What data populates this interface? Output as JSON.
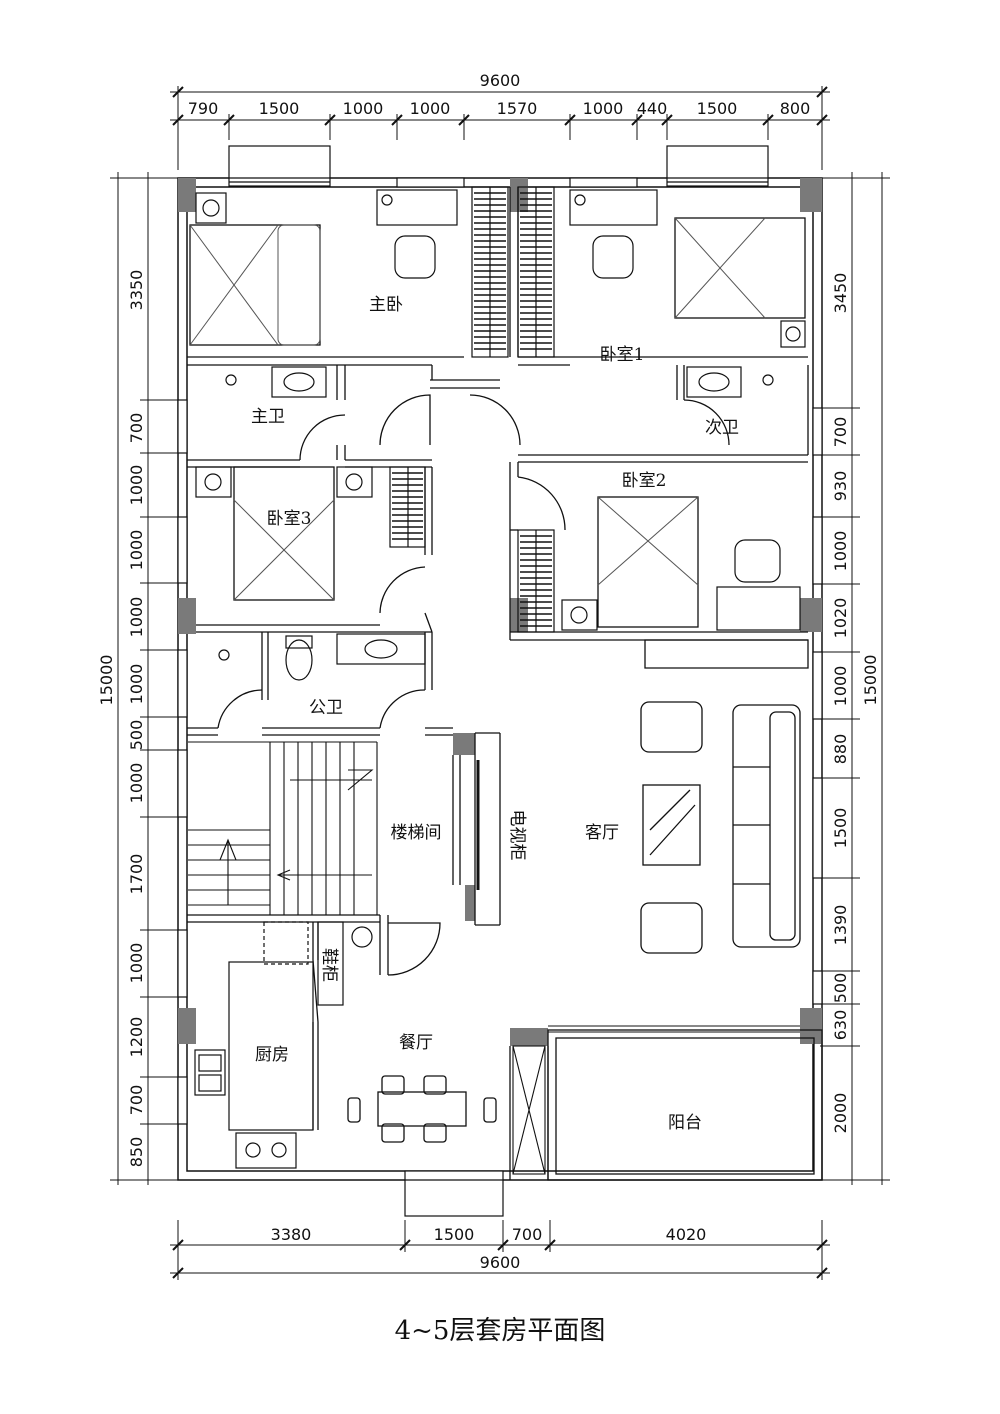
{
  "title": "4~5层套房平面图",
  "colors": {
    "line": "#111111",
    "column": "#7a7a7a",
    "background": "#ffffff"
  },
  "dimensions": {
    "top_total": "9600",
    "top": [
      "790",
      "1500",
      "1000",
      "1000",
      "1570",
      "1000",
      "440",
      "1500",
      "800"
    ],
    "bottom": [
      "3380",
      "1500",
      "700",
      "4020"
    ],
    "bottom_total": "9600",
    "left_outer": [
      "3350",
      "15000"
    ],
    "left": [
      "700",
      "1000",
      "1000",
      "1000",
      "1000",
      "500",
      "1000",
      "1700",
      "1000",
      "1200",
      "700",
      "850"
    ],
    "right_outer": [
      "3450",
      "15000"
    ],
    "right": [
      "700",
      "930",
      "1000",
      "1020",
      "1000",
      "880",
      "1500",
      "1390",
      "500",
      "630",
      "2000"
    ]
  },
  "rooms": {
    "master_bedroom": "主卧",
    "master_bath": "主卫",
    "bedroom1": "卧室1",
    "second_bath": "次卫",
    "bedroom2": "卧室2",
    "bedroom3": "卧室3",
    "public_bath": "公卫",
    "stairwell": "楼梯间",
    "tv_cabinet": "电视柜",
    "living_room": "客厅",
    "shoe_cabinet": "鞋柜",
    "kitchen": "厨房",
    "dining_room": "餐厅",
    "balcony": "阳台"
  }
}
